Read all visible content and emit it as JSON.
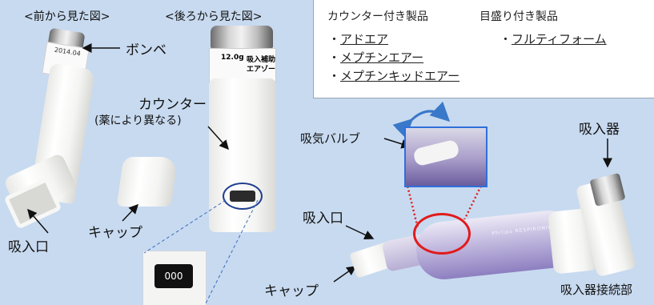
{
  "captions": {
    "front_view": "<前から見た図>",
    "back_view": "<後ろから見た図>"
  },
  "labels": {
    "canister": "ボンベ",
    "counter": "カウンター",
    "counter_note": "(薬により異なる)",
    "mouthpiece_left": "吸入口",
    "cap_left": "キャップ",
    "inhale_valve": "吸気バルブ",
    "inhaler": "吸入器",
    "mouthpiece_right": "吸入口",
    "cap_right": "キャップ",
    "inhaler_joint": "吸入器接続部",
    "counter_value": "000",
    "back_label_dose": "12.0g",
    "back_label_name": "吸入補助",
    "back_label_sub": "エアゾー",
    "front_label_code": "2014.04"
  },
  "info_box": {
    "col1_heading": "カウンター付き製品",
    "col1_items": [
      "アドエア",
      "メプチンエアー",
      "メプチンキッドエアー"
    ],
    "col2_heading": "目盛り付き製品",
    "col2_items": [
      "フルティフォーム"
    ],
    "bullet": "・"
  },
  "spacer_brand": "Philips RESPIRONICS",
  "colors": {
    "background": "#c8daf0",
    "zoom_border": "#2f6fdb",
    "highlight_red": "#e11b1b",
    "counter_circle": "#1f3f8f",
    "arrow_blue": "#3a78c9"
  }
}
